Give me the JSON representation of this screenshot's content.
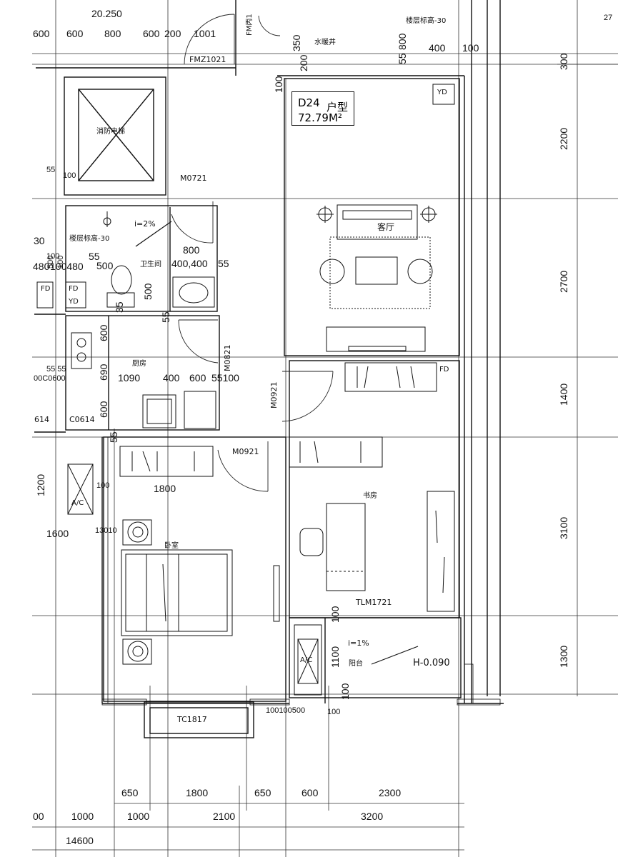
{
  "plan": {
    "unit": {
      "code": "D24",
      "suffix": "户型",
      "area": "72.79M²"
    },
    "rooms": {
      "fire_elevator": "消防电梯",
      "living": "客厅",
      "bathroom": "卫生间",
      "kitchen": "厨房",
      "bedroom": "卧室",
      "study": "书房",
      "balcony": "阳台",
      "water_pipe": "水暖井",
      "fm_well": "FM丙1"
    },
    "doors": {
      "fmz": "FMZ1021",
      "m0721": "M0721",
      "m0821": "M0821",
      "m0921a": "M0921",
      "m0921b": "M0921",
      "tlm": "TLM1721",
      "tc": "TC1817",
      "c0614a": "C0614",
      "c0614b": "614"
    },
    "notes": {
      "slope1": "i=2%",
      "slope2": "i=1%",
      "floor_level1": "楼层标高-30",
      "floor_level2": "楼层标高-30",
      "elevation": "H-0.090",
      "yd": "YD",
      "fd1": "FD",
      "fd2": "FD",
      "yd2": "YD",
      "fd3": "FD",
      "ac1": "A/C",
      "ac2": "A/C"
    },
    "dims_top": [
      "20.250",
      "600",
      "600",
      "800",
      "600",
      "200",
      "1001",
      "350",
      "200",
      "55",
      "800",
      "400",
      "100"
    ],
    "dims_right": [
      "300",
      "2200",
      "2700",
      "1400",
      "3100",
      "1300"
    ],
    "dims_bottom_row1": [
      "650",
      "1800",
      "650",
      "600",
      "2300"
    ],
    "dims_bottom_row2": [
      "00",
      "1000",
      "1000",
      "2100",
      "3200"
    ],
    "dims_bottom_total": "14600",
    "dims_interior": {
      "d100a": "100",
      "d55a": "55",
      "d100b": "100",
      "d800": "800",
      "d400400": "400,400",
      "d55b": "55",
      "d500a": "500",
      "d500b": "500",
      "d30": "30",
      "d100c": "100",
      "d55c": "55",
      "d480": "480",
      "d100480": "100480",
      "d500c": "500",
      "d35": "35",
      "d55d": "55",
      "d600a": "600",
      "d690": "690",
      "d1090": "1090",
      "d400": "400",
      "d600b": "600",
      "d55100": "55100",
      "d5555": "55 55",
      "d00600": "00C0600",
      "d600c": "600",
      "d55e": "55",
      "d1800": "1800",
      "d1200": "1200",
      "d100d": "100",
      "d1600": "1600",
      "d13010": "13010",
      "d100e": "100",
      "d1100": "1100",
      "d100f": "100",
      "d100500": "100100500",
      "d100g": "100",
      "d100h": "100",
      "d27": "27"
    }
  }
}
